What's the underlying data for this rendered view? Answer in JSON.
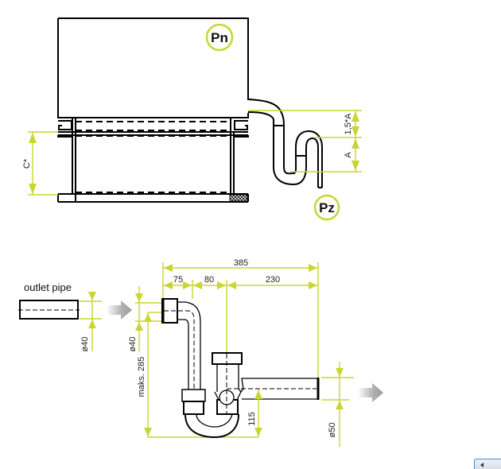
{
  "diagram": {
    "top_view": {
      "badges": {
        "pn": "Pn",
        "pz": "Pz"
      },
      "dimensions": {
        "c_star": "C*",
        "one_five_a": "1,5*A",
        "a": "A"
      }
    },
    "bottom_view": {
      "outlet_label": "outlet pipe",
      "dimensions": {
        "total_width": "385",
        "seg_75": "75",
        "seg_80": "80",
        "seg_230": "230",
        "outlet_diameter": "ø40",
        "inlet_diameter": "ø40",
        "max_height": "maks. 285",
        "height_115": "115",
        "outflow_diameter": "ø50"
      }
    },
    "colors": {
      "dimension": "#c8d62f",
      "line": "#000000",
      "arrow": "#9a9a9a"
    }
  },
  "ui": {
    "scroll_button": "scroll-left"
  }
}
